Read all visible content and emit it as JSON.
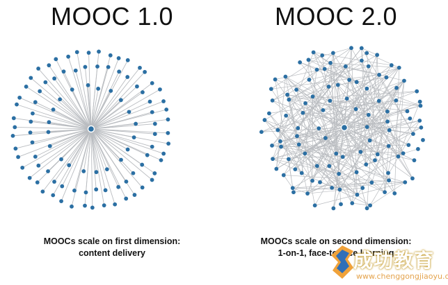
{
  "diagrams": [
    {
      "id": "mooc1",
      "title": "MOOC 1.0",
      "caption_lines": [
        "MOOCs scale on first dimension:",
        "content delivery"
      ]
    },
    {
      "id": "mooc2",
      "title": "MOOC 2.0",
      "caption_lines": [
        "MOOCs scale on second dimension:",
        "1-on-1, face-to-face learning"
      ]
    }
  ],
  "colors": {
    "node": "#2b6fa3",
    "edge": "#b9bcc0",
    "text": "#111111"
  },
  "watermark": {
    "text": "成功教育",
    "url": "www.chenggongjiaoyu.com"
  }
}
